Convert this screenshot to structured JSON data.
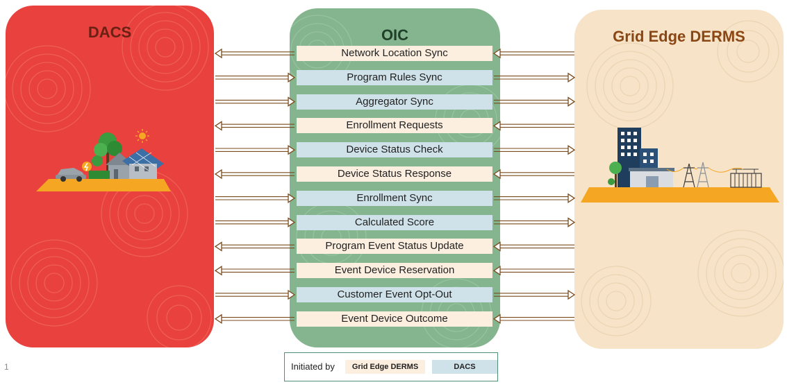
{
  "panels": {
    "dacs": {
      "title": "DACS",
      "color": "#e8413e"
    },
    "oic": {
      "title": "OIC",
      "color": "#84b58e"
    },
    "derms": {
      "title": "Grid Edge DERMS",
      "color": "#f6e3c8"
    }
  },
  "flows": [
    {
      "label": "Network Location Sync",
      "initiator": "Grid Edge DERMS",
      "direction": "derms-to-dacs"
    },
    {
      "label": "Program Rules Sync",
      "initiator": "DACS",
      "direction": "dacs-to-derms"
    },
    {
      "label": "Aggregator Sync",
      "initiator": "DACS",
      "direction": "dacs-to-derms"
    },
    {
      "label": "Enrollment Requests",
      "initiator": "Grid Edge DERMS",
      "direction": "derms-to-dacs"
    },
    {
      "label": "Device Status Check",
      "initiator": "DACS",
      "direction": "dacs-to-derms"
    },
    {
      "label": "Device Status Response",
      "initiator": "Grid Edge DERMS",
      "direction": "derms-to-dacs"
    },
    {
      "label": "Enrollment Sync",
      "initiator": "DACS",
      "direction": "dacs-to-derms"
    },
    {
      "label": "Calculated Score",
      "initiator": "DACS",
      "direction": "dacs-to-derms"
    },
    {
      "label": "Program Event Status Update",
      "initiator": "Grid Edge DERMS",
      "direction": "derms-to-dacs"
    },
    {
      "label": "Event Device Reservation",
      "initiator": "Grid Edge DERMS",
      "direction": "derms-to-dacs"
    },
    {
      "label": "Customer Event Opt-Out",
      "initiator": "DACS",
      "direction": "dacs-to-derms"
    },
    {
      "label": "Event Device Outcome",
      "initiator": "Grid Edge DERMS",
      "direction": "derms-to-dacs"
    }
  ],
  "legend": {
    "label": "Initiated by",
    "derms_chip": "Grid Edge DERMS",
    "dacs_chip": "DACS",
    "derms_color": "#fcefe0",
    "dacs_color": "#cfe2e9"
  },
  "page_number": "1",
  "colors": {
    "arrow": "#7a4a1c"
  }
}
